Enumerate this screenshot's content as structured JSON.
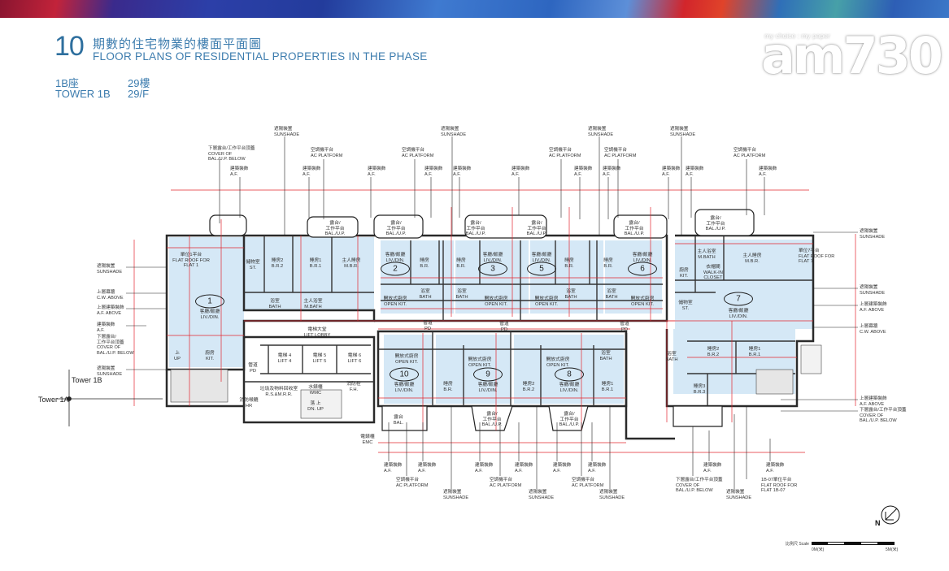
{
  "header": {
    "section_number": "10",
    "title_zh": "期數的住宅物業的樓面平面圖",
    "title_en": "FLOOR PLANS OF RESIDENTIAL PROPERTIES IN THE PHASE",
    "tower_zh": "1B座",
    "floor_zh": "29樓",
    "tower_en": "TOWER 1B",
    "floor_en": "29/F"
  },
  "logo": {
    "tagline": "my choice : my paper",
    "wordmark": "am730"
  },
  "callouts": {
    "sunshade": {
      "zh": "遮陽裝置",
      "en": "SUNSHADE"
    },
    "af": {
      "zh": "建築裝飾",
      "en": "A.F."
    },
    "ac": {
      "zh": "空調機平台",
      "en": "AC PLATFORM"
    },
    "cover": {
      "zh": "下層露台/工作平台頂蓋",
      "en1": "COVER OF",
      "en2": "BAL./U.P. BELOW"
    },
    "cover_split": {
      "zh1": "下層露台/",
      "zh2": "工作平台頂蓋"
    },
    "cw_above": {
      "zh": "上層幕牆",
      "en": "C.W. ABOVE"
    },
    "af_above": {
      "zh": "上層建築裝飾",
      "en": "A.F. ABOVE"
    },
    "flat_roof_7": {
      "zh": "單位7平台",
      "en1": "FLAT ROOF FOR",
      "en2": "FLAT 7"
    },
    "flat_roof_1b07": {
      "zh": "1B-07單位平台",
      "en1": "FLAT ROOF FOR",
      "en2": "FLAT 1B-07"
    }
  },
  "rooms": {
    "liv": {
      "zh": "客廳/飯廳",
      "en": "LIV./DIN."
    },
    "br": {
      "zh": "睡房",
      "en": "B.R."
    },
    "br1": {
      "zh": "睡房1",
      "en": "B.R.1"
    },
    "br2": {
      "zh": "睡房2",
      "en": "B.R.2"
    },
    "br3": {
      "zh": "睡房3",
      "en": "B.R.3"
    },
    "mbr": {
      "zh": "主人睡房",
      "en": "M.B.R."
    },
    "bath": {
      "zh": "浴室",
      "en": "BATH"
    },
    "mbath": {
      "zh": "主人浴室",
      "en": "M.BATH"
    },
    "openkit": {
      "zh": "開放式廚房",
      "en": "OPEN KIT."
    },
    "kit": {
      "zh": "廚房",
      "en": "KIT."
    },
    "st": {
      "zh": "儲物室",
      "en": "ST."
    },
    "balup": {
      "zh1": "露台/",
      "zh2": "工作平台",
      "en": "BAL./U.P."
    },
    "bal": {
      "zh": "露台",
      "en": "BAL."
    },
    "closet": {
      "zh": "衣帽間",
      "en1": "WALK-IN",
      "en2": "CLOSET"
    },
    "flat_roof_1": {
      "zh": "單位1平台",
      "en1": "FLAT ROOF FOR",
      "en2": "FLAT 1"
    },
    "up": {
      "zh": "上",
      "en": "UP"
    },
    "pd": {
      "zh": "管道",
      "en": "PD"
    },
    "lift_lobby": {
      "zh": "電梯大堂",
      "en": "LIFT LOBBY"
    },
    "lift4": {
      "zh": "電梯 4",
      "en": "LIFT 4"
    },
    "lift5": {
      "zh": "電梯 5",
      "en": "LIFT 5"
    },
    "lift6": {
      "zh": "電梯 6",
      "en": "LIFT 6"
    },
    "refuse": {
      "zh": "垃圾及物料回收室",
      "en": "R.S.&M.R.R."
    },
    "hr": {
      "zh": "消防喉轆",
      "en": "HR"
    },
    "wmc": {
      "zh": "水錶櫃",
      "en": "WMC"
    },
    "dnup": {
      "zh": "落 上",
      "en": "DN. UP"
    },
    "fh": {
      "zh": "消防栓",
      "en": "F.H."
    },
    "emc": {
      "zh": "電錶櫃",
      "en": "EMC"
    }
  },
  "units": [
    "1",
    "2",
    "3",
    "5",
    "6",
    "7",
    "10",
    "9",
    "8"
  ],
  "towers": {
    "upper": "Tower 1B",
    "lower": "Tower 1A"
  },
  "scale": {
    "label": "比例尺 Scale",
    "start": "0M(米)",
    "end": "5M(米)"
  },
  "compass": {
    "north": "N"
  },
  "colors": {
    "accent": "#3c7cae",
    "dimension": "#e3262e",
    "unit_fill": "#d5e8f6",
    "wall": "#2a2a2a"
  }
}
